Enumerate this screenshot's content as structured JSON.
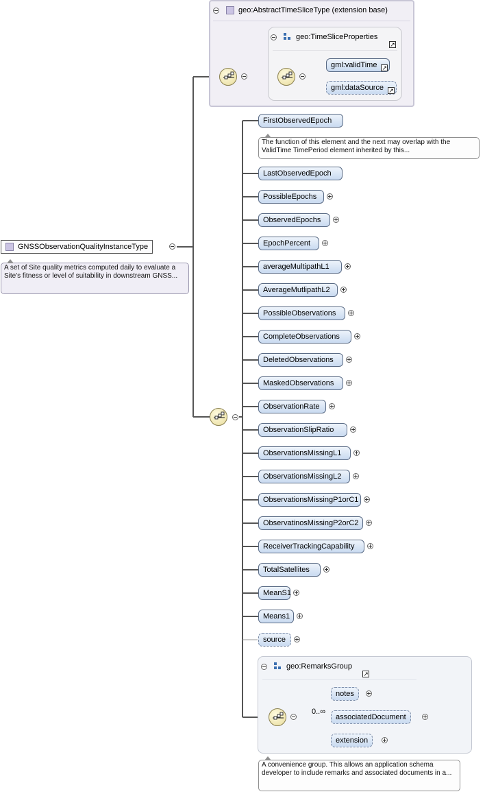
{
  "root": {
    "name": "GNSSObservationQualityInstanceType",
    "doc": "A set of Site quality metrics computed daily to evaluate a Site's fitness or level of suitability in downstream GNSS..."
  },
  "base": {
    "title": "geo:AbstractTimeSliceType (extension base)",
    "group": {
      "title": "geo:TimeSliceProperties",
      "elements": [
        "gml:validTime",
        "gml:dataSource"
      ]
    }
  },
  "sequence": {
    "elements": [
      {
        "name": "FirstObservedEpoch",
        "doc": "The function of this element and the next may overlap with the ValidTime TimePeriod element inherited by this..."
      },
      {
        "name": "LastObservedEpoch"
      },
      {
        "name": "PossibleEpochs"
      },
      {
        "name": "ObservedEpochs"
      },
      {
        "name": "EpochPercent"
      },
      {
        "name": "averageMultipathL1"
      },
      {
        "name": "AverageMutlipathL2"
      },
      {
        "name": "PossibleObservations"
      },
      {
        "name": "CompleteObservations"
      },
      {
        "name": "DeletedObservations"
      },
      {
        "name": "MaskedObservations"
      },
      {
        "name": "ObservationRate"
      },
      {
        "name": "ObservationSlipRatio"
      },
      {
        "name": "ObservationsMissingL1"
      },
      {
        "name": "ObservationsMissingL2"
      },
      {
        "name": "ObservationsMissingP1orC1"
      },
      {
        "name": "ObservatinosMissingP2orC2"
      },
      {
        "name": "ReceiverTrackingCapability"
      },
      {
        "name": "TotalSatellites"
      },
      {
        "name": "MeanS1"
      },
      {
        "name": "Means1"
      },
      {
        "name": "source"
      }
    ]
  },
  "remarks": {
    "title": "geo:RemarksGroup",
    "occurrence": "0..∞",
    "elements": [
      "notes",
      "associatedDocument",
      "extension"
    ],
    "doc": "A convenience group. This allows an application schema developer to include remarks and associated documents in a..."
  },
  "colors": {
    "element_fill": "#c9daf0",
    "element_border": "#5a6b85",
    "sequence_fill": "#e8dc9c",
    "base_fill": "#f1eff5"
  },
  "icons": [
    "type-square-icon",
    "group-icon",
    "sequence-compositor-icon",
    "collapse-icon",
    "expand-icon",
    "link-arrow-icon"
  ]
}
